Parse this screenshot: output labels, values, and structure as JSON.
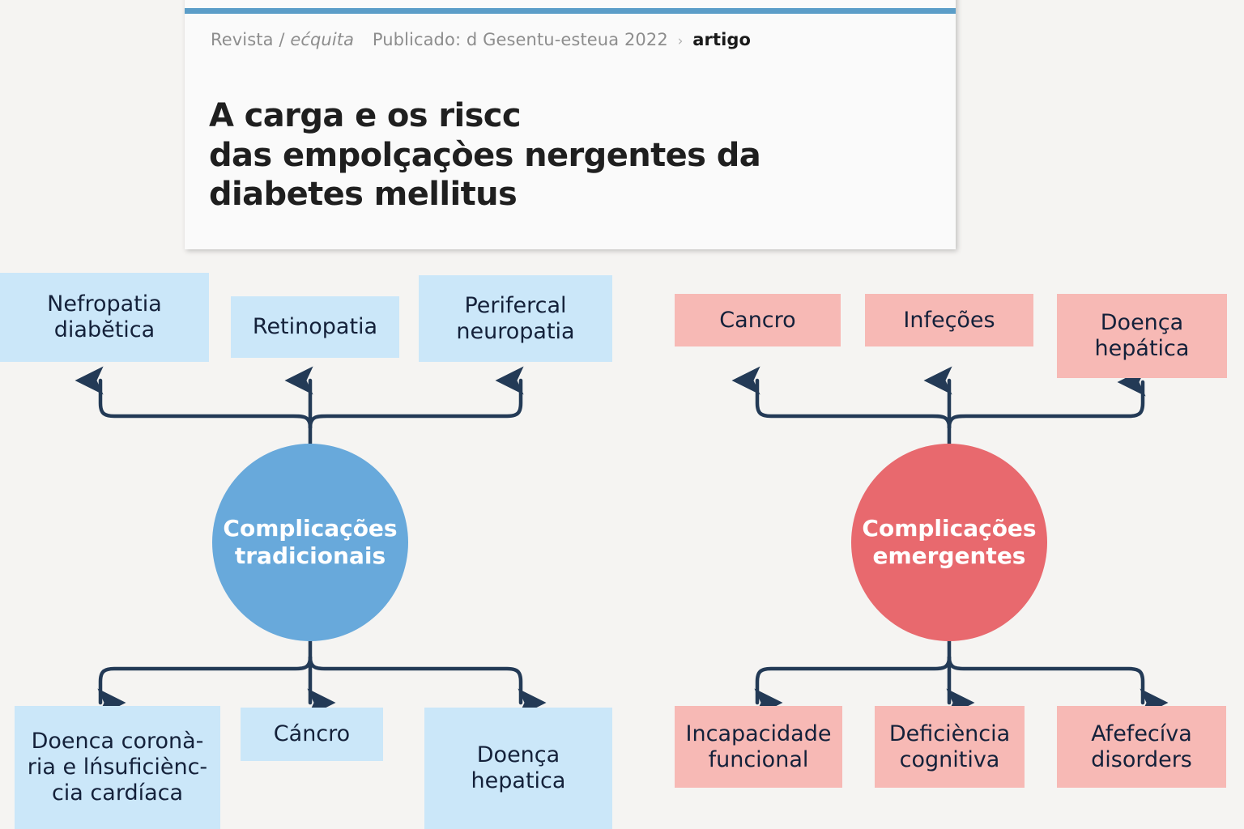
{
  "page": {
    "background": "#f5f4f2"
  },
  "article_card": {
    "accent_color": "#5b9dc8",
    "background": "#fafafa",
    "breadcrumb": {
      "journal": "Revista /",
      "issue": "ećquita",
      "published": "Publicado: d Gesentu-esteua 2022",
      "separator": "›",
      "type": "artigo"
    },
    "title_lines": [
      "A carga e os riscc",
      "das empolçaçòes nergentes da",
      "diabetes mellitus"
    ]
  },
  "diagram": {
    "arrow_color": "#233a56",
    "branches": [
      {
        "id": "tradicionais",
        "hub_label_line1": "Complicações",
        "hub_label_line2": "tradicionais",
        "hub_color": "#68a9db",
        "node_color": "#cbe7f9",
        "top_nodes": [
          {
            "line1": "Nefropatia",
            "line2": "diabĕtica"
          },
          {
            "line1": "Retinopatia",
            "line2": ""
          },
          {
            "line1": "Perifercal",
            "line2": "neuropatia"
          }
        ],
        "bottom_nodes": [
          {
            "line1": "Doenca coronà-",
            "line2": "ria e lńsuficiènc-",
            "line3": "cia cardíaca"
          },
          {
            "line1": "Cáncro",
            "line2": "",
            "line3": ""
          },
          {
            "line1": "Doença",
            "line2": "hepatica",
            "line3": ""
          }
        ]
      },
      {
        "id": "emergentes",
        "hub_label_line1": "Complicações",
        "hub_label_line2": "emergentes",
        "hub_color": "#e8696e",
        "node_color": "#f7b9b5",
        "top_nodes": [
          {
            "line1": "Cancro",
            "line2": ""
          },
          {
            "line1": "Infeções",
            "line2": ""
          },
          {
            "line1": "Doença",
            "line2": "hepática"
          }
        ],
        "bottom_nodes": [
          {
            "line1": "Incapacidade",
            "line2": "funcional",
            "line3": ""
          },
          {
            "line1": "Deficiència",
            "line2": "cognitiva",
            "line3": ""
          },
          {
            "line1": "Afefecíva",
            "line2": "disorders",
            "line3": ""
          }
        ]
      }
    ]
  }
}
